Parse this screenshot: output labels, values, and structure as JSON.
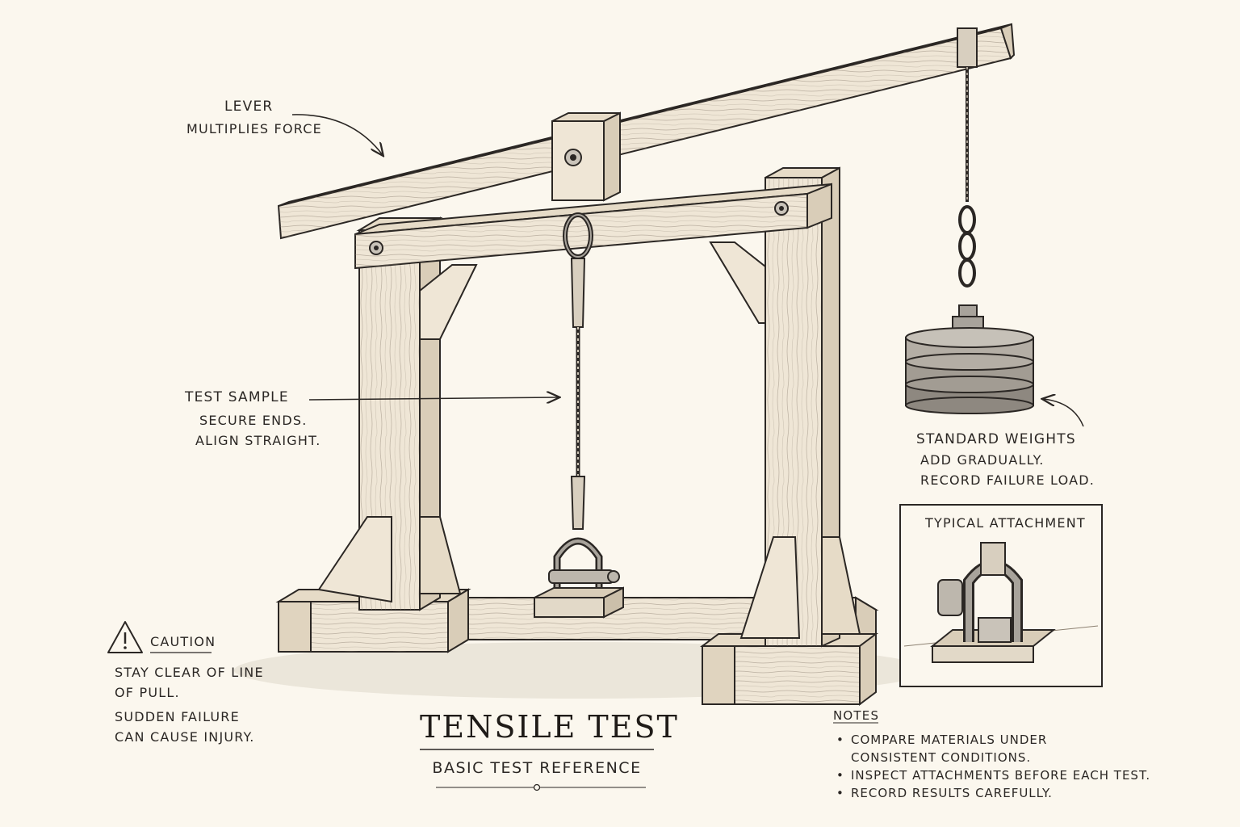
{
  "lever": {
    "title": "LEVER",
    "note": "MULTIPLIES FORCE"
  },
  "sample": {
    "title": "TEST  SAMPLE",
    "line1": "SECURE ENDS.",
    "line2": "ALIGN STRAIGHT."
  },
  "weights": {
    "title": "STANDARD  WEIGHTS",
    "line1": "ADD GRADUALLY.",
    "line2": "RECORD  FAILURE LOAD."
  },
  "inset": {
    "title": "TYPICAL  ATTACHMENT"
  },
  "caution": {
    "title": "CAUTION",
    "line1": "STAY CLEAR OF LINE",
    "line2": "OF PULL.",
    "line3": "SUDDEN  FAILURE",
    "line4": "CAN CAUSE INJURY."
  },
  "footer": {
    "title": "TENSILE TEST",
    "subtitle": "BASIC TEST REFERENCE"
  },
  "notes": {
    "title": "NOTES",
    "items": [
      "COMPARE MATERIALS UNDER",
      "CONSISTENT  CONDITIONS.",
      "INSPECT ATTACHMENTS BEFORE EACH TEST.",
      "RECORD  RESULTS CAREFULLY."
    ]
  },
  "colors": {
    "paper": "#fbf7ee",
    "ink": "#2b2724",
    "wood": "#efe6d6",
    "iron": "#a8a39b"
  }
}
